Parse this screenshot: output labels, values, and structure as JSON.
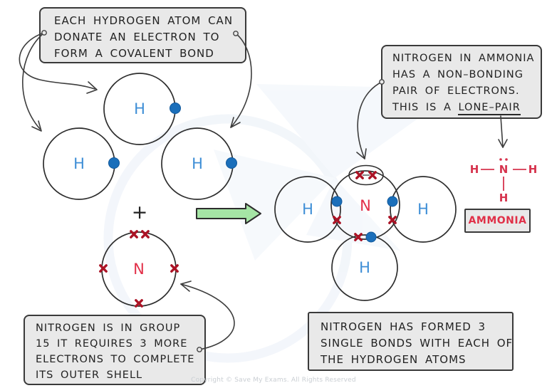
{
  "callouts": {
    "hydrogen": {
      "lines": [
        "EACH HYDROGEN ATOM CAN",
        "DONATE AN ELECTRON TO",
        "FORM A COVALENT BOND"
      ]
    },
    "nitrogen_group": {
      "lines": [
        "NITROGEN IS IN GROUP",
        "15 IT REQUIRES 3 MORE",
        "ELECTRONS TO COMPLETE",
        "ITS OUTER SHELL"
      ]
    },
    "lone_pair": {
      "lines": [
        "NITROGEN IN AMMONIA",
        "HAS A NON–BONDING",
        "PAIR OF ELECTRONS."
      ],
      "last_line_prefix": "THIS IS A",
      "last_line_underlined": "LONE–PAIR"
    },
    "bonds": {
      "lines": [
        "NITROGEN HAS FORMED 3",
        "SINGLE BONDS WITH EACH OF",
        "THE HYDROGEN ATOMS"
      ]
    }
  },
  "reactants": {
    "hydrogen_label": "H",
    "nitrogen_label": "N",
    "plus_sign": "+"
  },
  "product": {
    "hydrogen_label": "H",
    "nitrogen_label": "N"
  },
  "formula": {
    "h_left": "H",
    "n": "N",
    "h_right": "H",
    "h_bottom": "H",
    "label": "AMMONIA"
  },
  "footer": {
    "copyright": "Copyright © Save My Exams. All Rights Reserved"
  },
  "colors": {
    "hydrogen_blue": "#3e8ed6",
    "electron_dot_blue": "#1b6fba",
    "nitrogen_red": "#e23049",
    "electron_cross_red": "#ab1325",
    "formula_red": "#d6344e",
    "arrow_green": "#a5e5a5",
    "box_fill": "#e9e9e9",
    "box_border": "#3a3a3a"
  }
}
